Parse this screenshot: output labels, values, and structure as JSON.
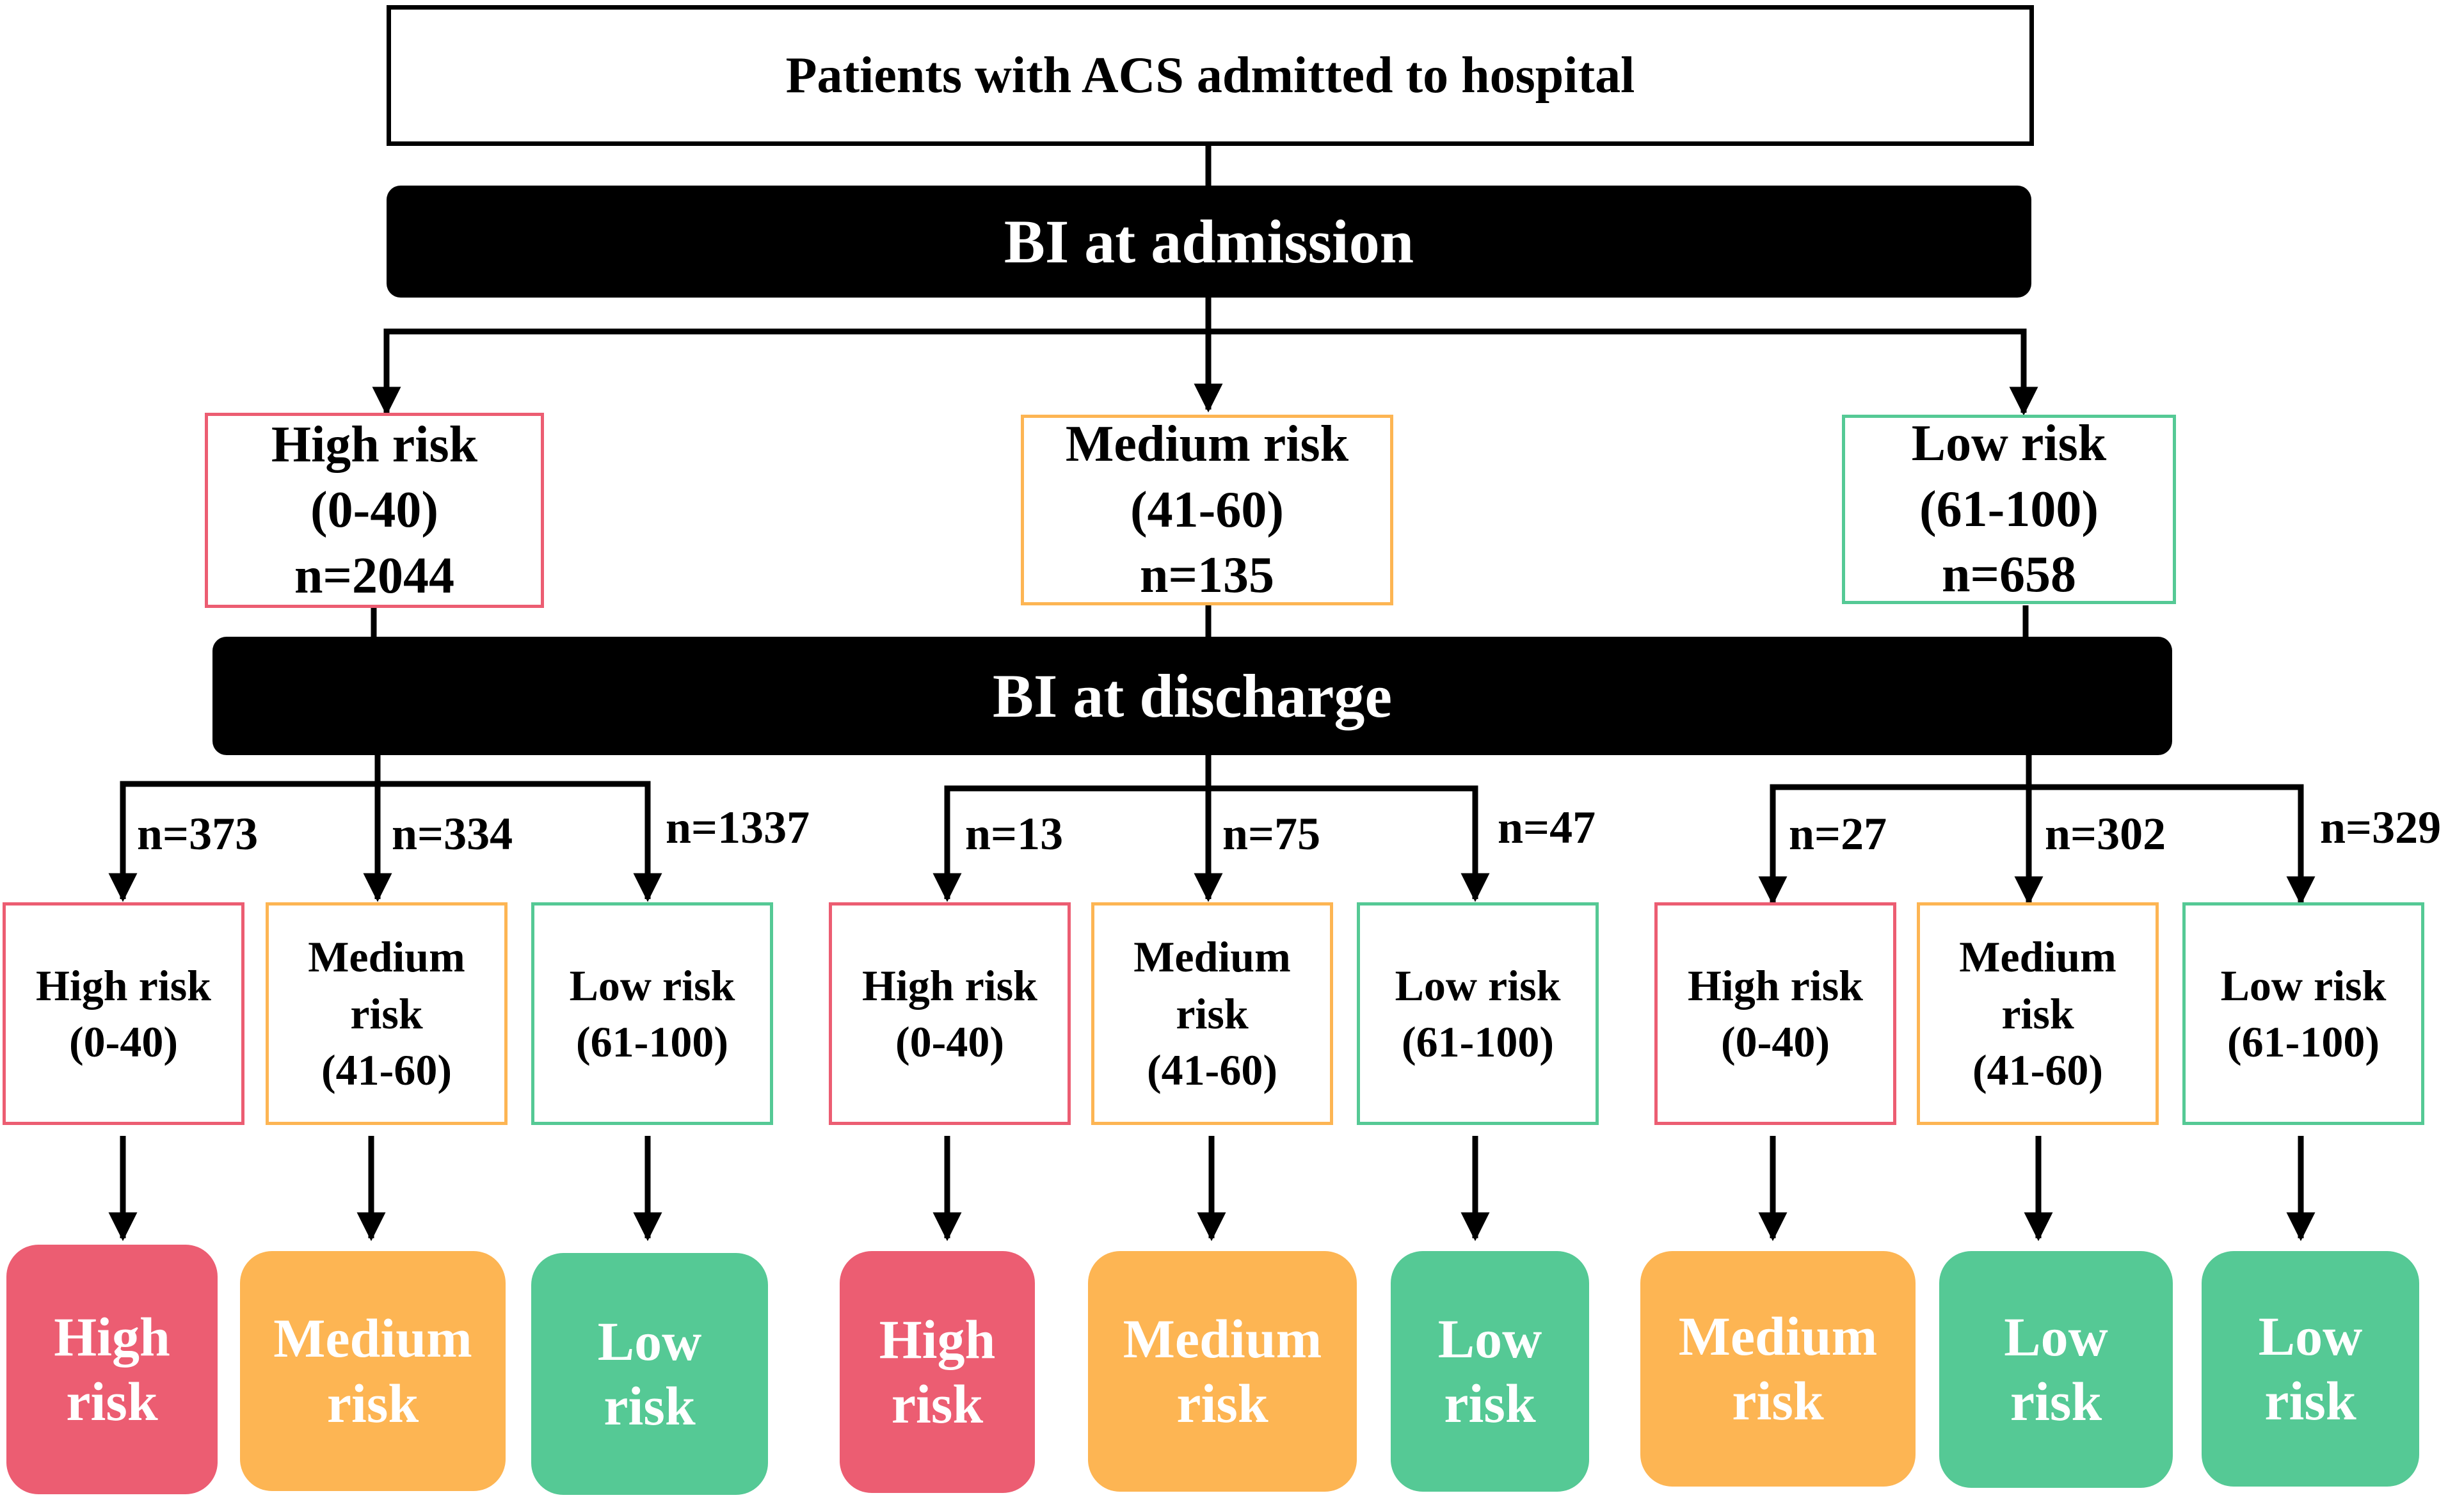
{
  "colors": {
    "high": "#ec5d72",
    "medium": "#fdb553",
    "low": "#55c995",
    "high_border": "#ec5d72",
    "medium_border": "#fdb553",
    "low_border": "#55c995"
  },
  "top": {
    "title": "Patients with ACS admitted  to hospital"
  },
  "admission_bar": {
    "label": "BI at admission"
  },
  "discharge_bar": {
    "label": "BI at discharge"
  },
  "admission_groups": [
    {
      "name": "High risk",
      "range": "(0-40)",
      "n": "n=2044"
    },
    {
      "name": "Medium  risk",
      "range": "(41-60)",
      "n": "n=135"
    },
    {
      "name": "Low risk",
      "range": "(61-100)",
      "n": "n=658"
    }
  ],
  "discharge_groups": [
    {
      "branches": [
        {
          "n": "n=373",
          "l1": "High risk",
          "l2": "(0-40)",
          "outcome_l1": "High",
          "outcome_l2": "risk"
        },
        {
          "n": "n=334",
          "l1": "Medium",
          "l2": "risk",
          "l3": "(41-60)",
          "outcome_l1": "Medium",
          "outcome_l2": "risk"
        },
        {
          "n": "n=1337",
          "l1": "Low risk",
          "l2": "(61-100)",
          "outcome_l1": "Low",
          "outcome_l2": "risk"
        }
      ]
    },
    {
      "branches": [
        {
          "n": "n=13",
          "l1": "High risk",
          "l2": "(0-40)",
          "outcome_l1": "High",
          "outcome_l2": "risk"
        },
        {
          "n": "n=75",
          "l1": "Medium",
          "l2": "risk",
          "l3": "(41-60)",
          "outcome_l1": "Medium",
          "outcome_l2": "risk"
        },
        {
          "n": "n=47",
          "l1": "Low risk",
          "l2": "(61-100)",
          "outcome_l1": "Low",
          "outcome_l2": "risk"
        }
      ]
    },
    {
      "branches": [
        {
          "n": "n=27",
          "l1": "High risk",
          "l2": "(0-40)",
          "outcome_l1": "Medium",
          "outcome_l2": "risk"
        },
        {
          "n": "n=302",
          "l1": "Medium",
          "l2": "risk",
          "l3": "(41-60)",
          "outcome_l1": "Low",
          "outcome_l2": "risk"
        },
        {
          "n": "n=329",
          "l1": "Low risk",
          "l2": "(61-100)",
          "outcome_l1": "Low",
          "outcome_l2": "risk"
        }
      ]
    }
  ]
}
